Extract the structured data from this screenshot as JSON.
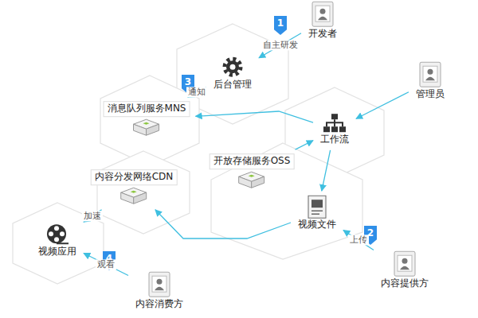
{
  "diagram": {
    "nodes": [
      {
        "text": [
          "开发者"
        ]
      },
      {
        "text": [
          "后台管理"
        ]
      },
      {
        "text": [
          "管理员"
        ]
      },
      {
        "text": [
          "消息队列服务MNS"
        ]
      },
      {
        "text": [
          "工作流"
        ]
      },
      {
        "text": [
          "开放存储服务OSS"
        ]
      },
      {
        "text": [
          "视频文件"
        ]
      },
      {
        "text": [
          "内容分发网络CDN"
        ]
      },
      {
        "text": [
          "视频应用"
        ]
      },
      {
        "text": [
          "内容提供方"
        ]
      },
      {
        "text": [
          "内容消费方"
        ]
      }
    ],
    "edges": [
      {
        "from": 0,
        "to": 1,
        "label": "自主研发",
        "arrow": "to"
      },
      {
        "from": 1,
        "to": 3,
        "label": "通知",
        "arrow": "to"
      },
      {
        "from": 2,
        "to": 4,
        "arrow": "to"
      },
      {
        "from": 4,
        "to": 3,
        "arrow": "to"
      },
      {
        "from": 5,
        "to": 4,
        "arrow": "to"
      },
      {
        "from": 4,
        "to": 6,
        "arrow": "to"
      },
      {
        "from": 6,
        "to": 7,
        "arrow": "to"
      },
      {
        "from": 7,
        "to": 8,
        "label": "加速",
        "arrow": "to"
      },
      {
        "from": 9,
        "to": 6,
        "label": "上传",
        "arrow": "to"
      },
      {
        "from": 10,
        "to": 8,
        "label": "观看",
        "arrow": "to"
      }
    ],
    "labels": [
      "1",
      "2",
      "3",
      "4"
    ]
  }
}
